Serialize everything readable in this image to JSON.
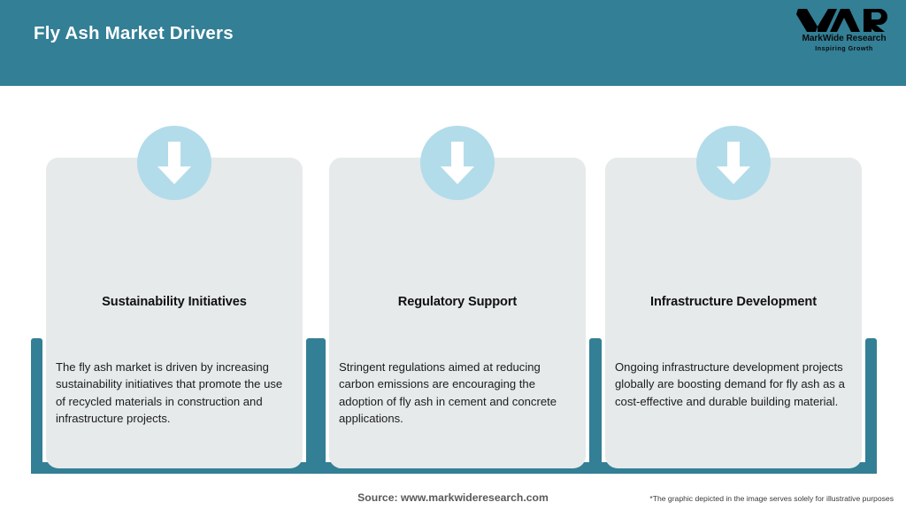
{
  "header": {
    "title": "Fly Ash Market Drivers",
    "background_color": "#337f95",
    "title_color": "#ffffff"
  },
  "logo": {
    "mark": "MWR",
    "name": "MarkWide Research",
    "tagline": "Inspiring Growth"
  },
  "theme": {
    "accent_color": "#337f95",
    "card_color": "#e6eaeb",
    "icon_circle_color": "#b3dcea",
    "arrow_color": "#ffffff"
  },
  "cards": [
    {
      "icon": "down-arrow-icon",
      "title": "Sustainability Initiatives",
      "body": "The fly ash market is driven by increasing sustainability initiatives that promote the use of recycled materials in construction and infrastructure projects."
    },
    {
      "icon": "down-arrow-icon",
      "title": "Regulatory Support",
      "body": "Stringent regulations aimed at reducing carbon emissions are encouraging the adoption of fly ash in cement and concrete applications."
    },
    {
      "icon": "down-arrow-icon",
      "title": "Infrastructure Development",
      "body": "Ongoing infrastructure development projects globally are boosting demand for fly ash as a cost-effective and durable building material."
    }
  ],
  "footer": {
    "source": "Source: www.markwideresearch.com",
    "disclaimer": "*The graphic depicted in the image serves solely for illustrative purposes"
  }
}
